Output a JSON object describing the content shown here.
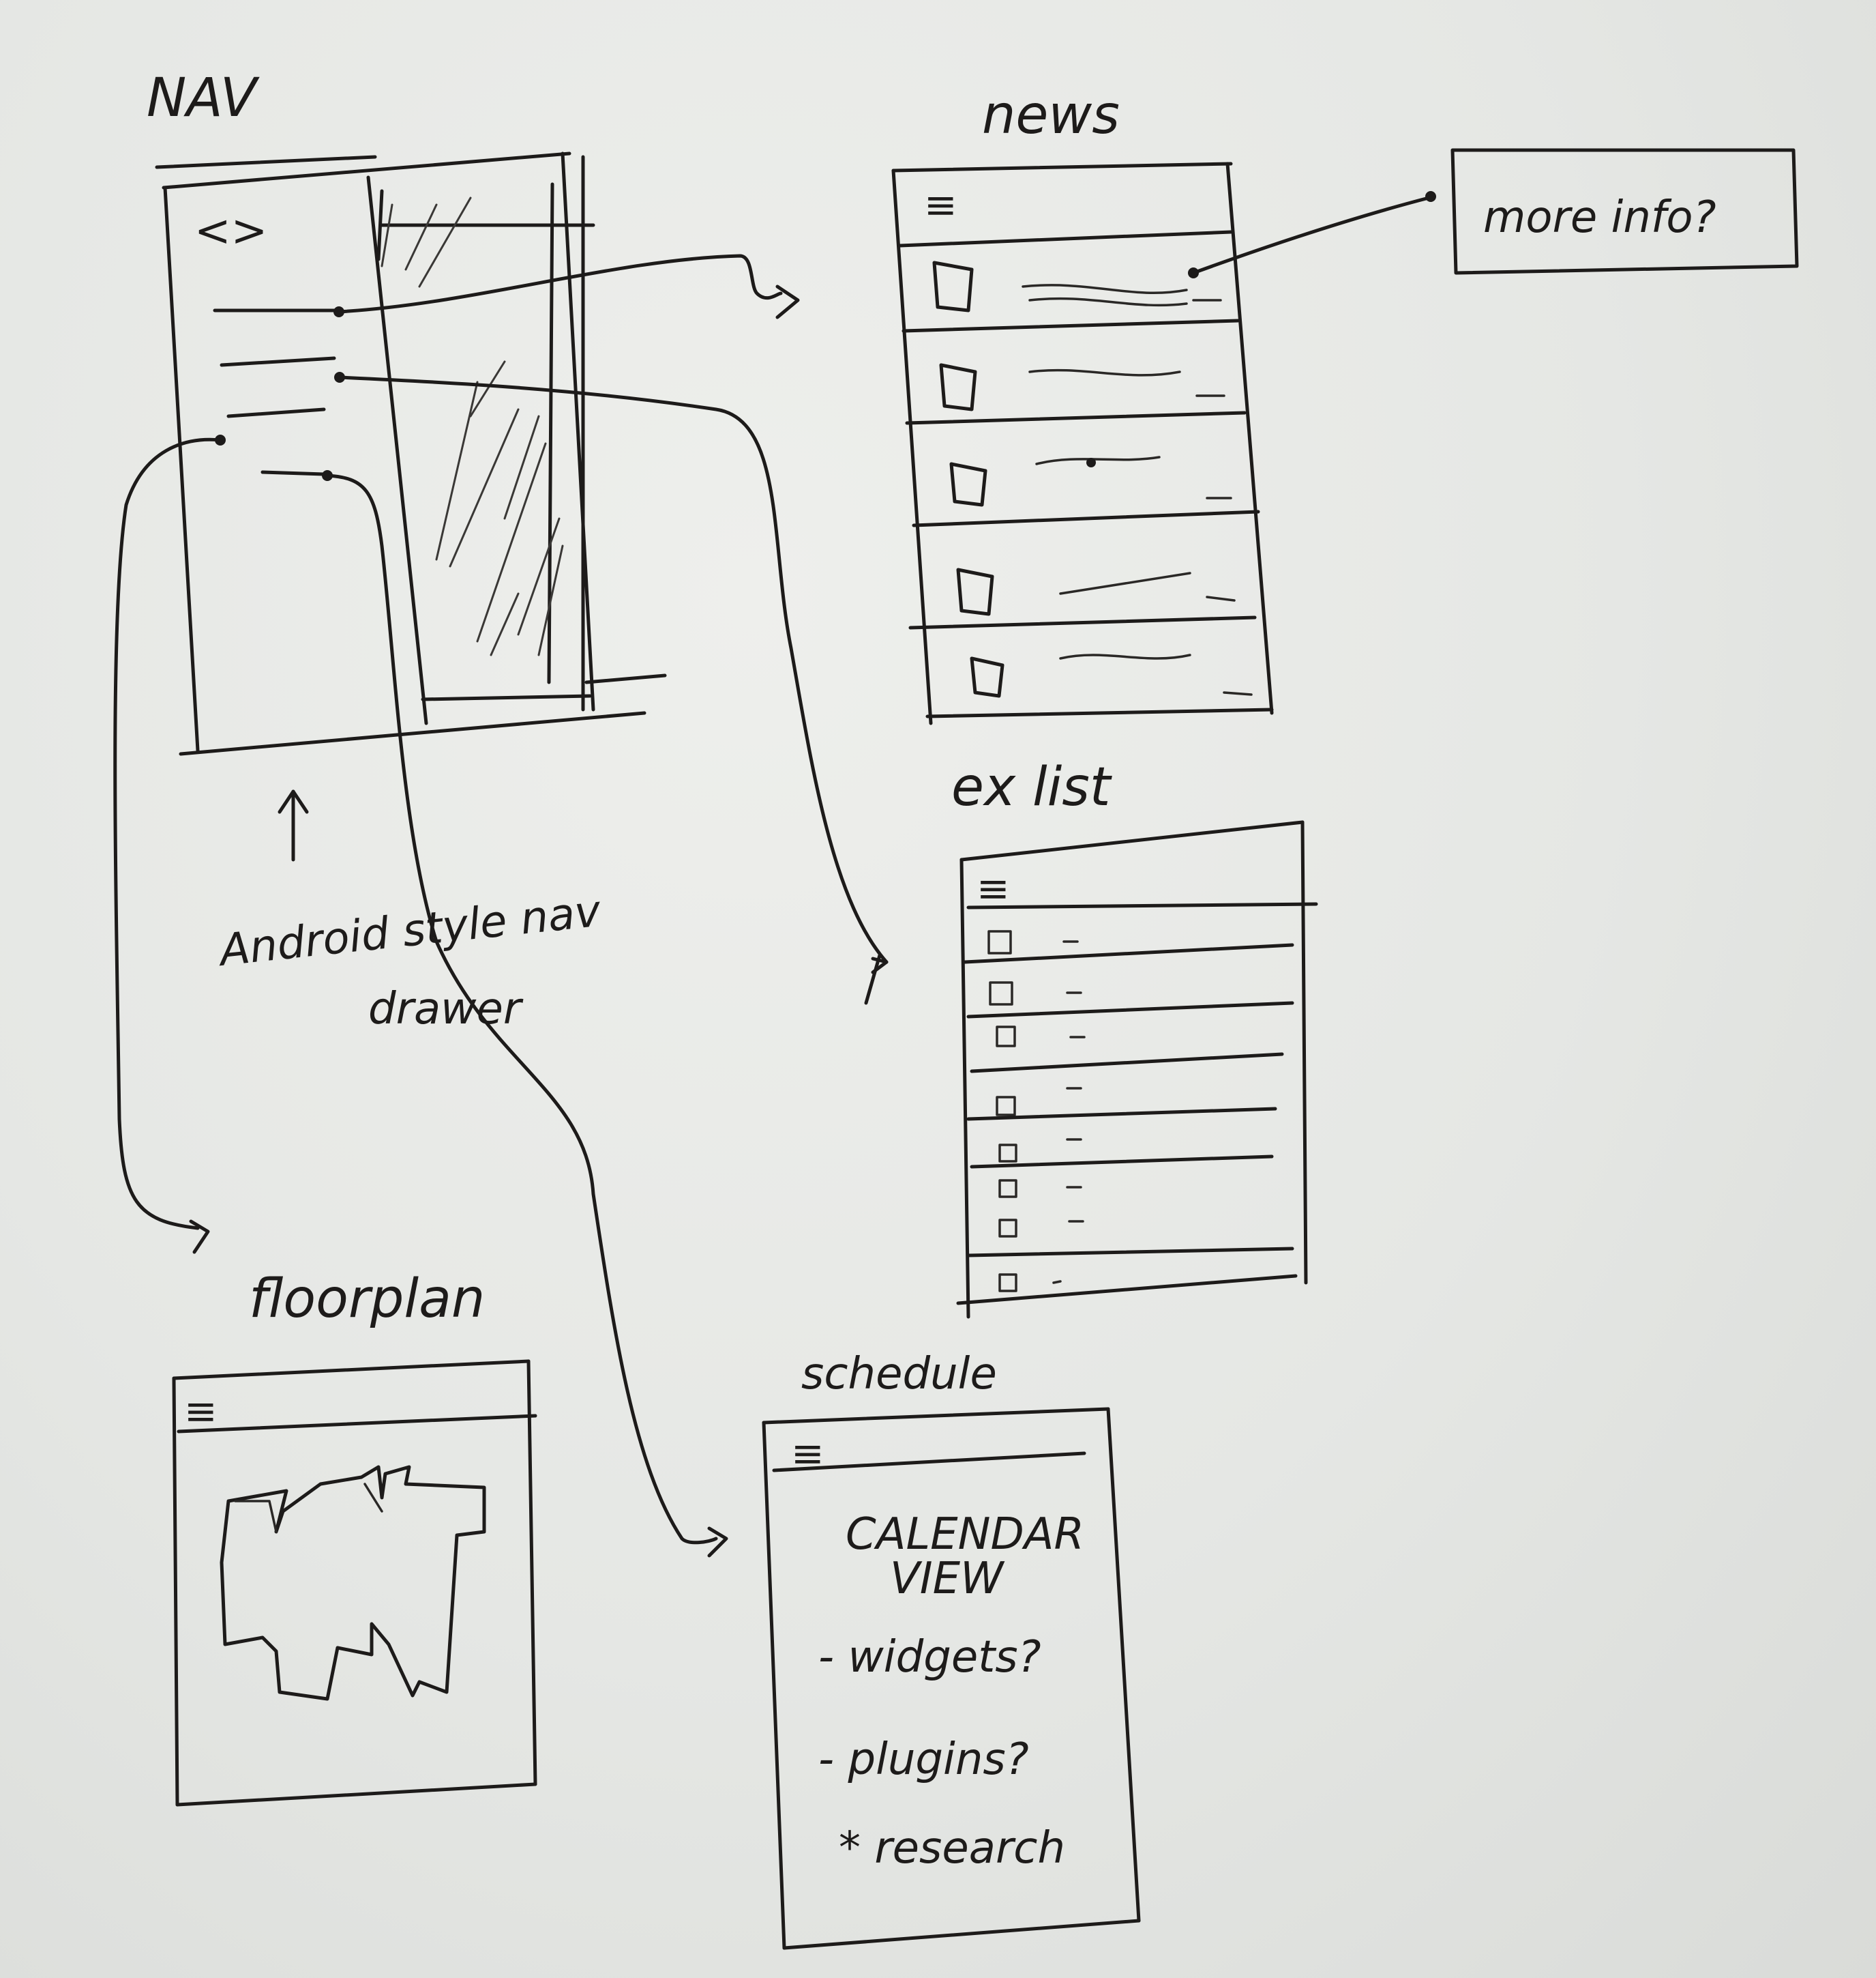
{
  "nav": {
    "title": "NAV",
    "back_glyph": "<>",
    "caption_line1": "Android style nav",
    "caption_line2": "drawer"
  },
  "news": {
    "title": "news",
    "menu_icon": "hamburger-icon",
    "callout": "more info?"
  },
  "ex_list": {
    "title": "ex list",
    "menu_icon": "hamburger-icon"
  },
  "floorplan": {
    "title": "floorplan",
    "menu_icon": "hamburger-icon"
  },
  "schedule": {
    "title": "schedule",
    "menu_icon": "hamburger-icon",
    "line1": "CALENDAR",
    "line2": "VIEW",
    "bullet1": "- widgets?",
    "bullet2": "- plugins?",
    "note": "* research"
  },
  "colors": {
    "ink": "#1d1b1a",
    "paper": "#e4e6e3"
  }
}
